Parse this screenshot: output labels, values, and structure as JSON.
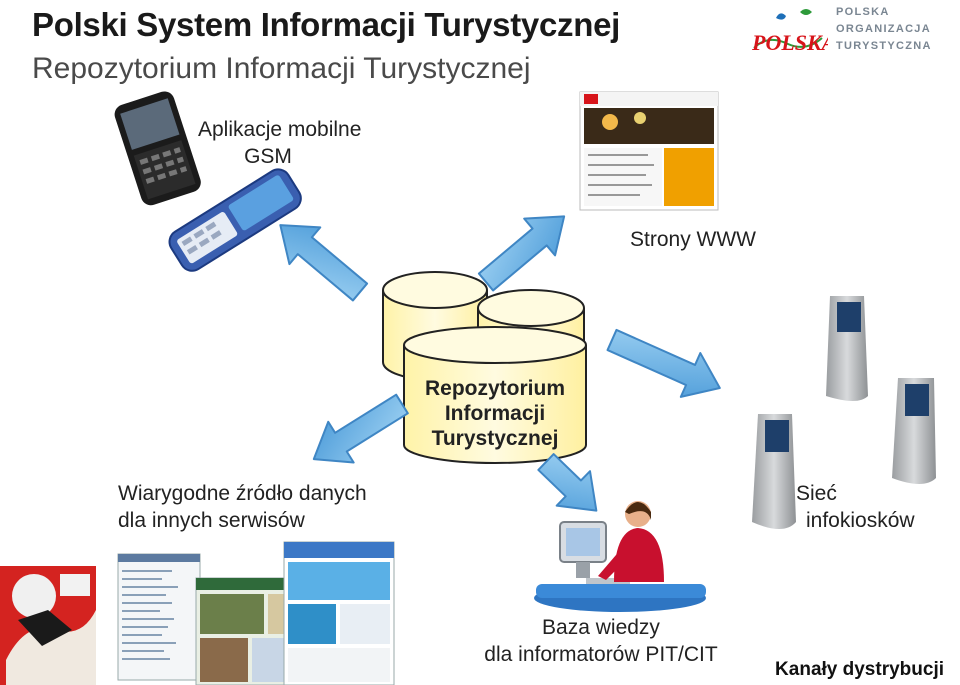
{
  "header": {
    "title": "Polski System Informacji Turystycznej",
    "subtitle": "Repozytorium Informacji Turystycznej"
  },
  "logo": {
    "mark": "POLSKA",
    "org_lines": [
      "POLSKA",
      "ORGANIZACJA",
      "TURYSTYCZNA"
    ]
  },
  "nodes": {
    "mobile": [
      "Aplikacje mobilne",
      "GSM"
    ],
    "www": "Strony WWW",
    "repository": [
      "Repozytorium",
      "Informacji",
      "Turystycznej"
    ],
    "sources": [
      "Wiarygodne źródło danych",
      "dla innych serwisów"
    ],
    "kiosks": [
      "Sieć",
      "infokiosków"
    ],
    "knowledge": [
      "Baza wiedzy",
      "dla informatorów PIT/CIT"
    ]
  },
  "footer": {
    "channels": "Kanały dystrybucji"
  },
  "colors": {
    "arrow_fill": "#6fb7e8",
    "arrow_stroke": "#3f86c4",
    "cylinder_fill": "#fff8c0",
    "cylinder_stroke": "#222222",
    "kiosk": "#b9bcbf",
    "person_red": "#c8102e",
    "logo_red": "#d7141a",
    "logo_gray": "#7a8692"
  },
  "icons": [
    "phone-icon",
    "website-icon",
    "kiosk-icon",
    "person-at-computer-icon",
    "database-icon",
    "arrow-icon",
    "poster-icon"
  ]
}
